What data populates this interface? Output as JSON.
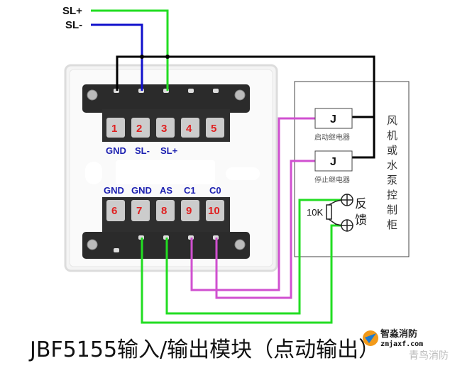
{
  "title": "JBF5155输入/输出模块（点动输出）",
  "bus_labels": {
    "sl_plus": "SL+",
    "sl_minus": "SL-"
  },
  "top_terminals": [
    {
      "num": "1",
      "label": "GND"
    },
    {
      "num": "2",
      "label": "SL-"
    },
    {
      "num": "3",
      "label": "SL+"
    },
    {
      "num": "4",
      "label": ""
    },
    {
      "num": "5",
      "label": ""
    }
  ],
  "bottom_terminals": [
    {
      "num": "6",
      "label": "GND"
    },
    {
      "num": "7",
      "label": "GND"
    },
    {
      "num": "8",
      "label": "AS"
    },
    {
      "num": "9",
      "label": "C1"
    },
    {
      "num": "10",
      "label": "C0"
    }
  ],
  "cabinet": {
    "name": "风机或水泵控制柜",
    "name_chars": [
      "风",
      "机",
      "或",
      "水",
      "泵",
      "控",
      "制",
      "柜"
    ],
    "start_relay": {
      "symbol": "J",
      "caption": "启动继电器"
    },
    "stop_relay": {
      "symbol": "J",
      "caption": "停止继电器"
    },
    "resistor": "10K",
    "feedback": [
      "反",
      "馈"
    ]
  },
  "watermark": {
    "brand": "智淼消防",
    "url": "zmjaxf.com",
    "sub": "青鸟消防"
  },
  "colors": {
    "sl_plus_wire": "#22dd22",
    "sl_minus_wire": "#1010cc",
    "gnd_wire": "#000000",
    "relay_wire": "#d050d0",
    "feedback_wire": "#22dd22",
    "terminal_label": "#1b1fb0",
    "terminal_number": "#e02020"
  }
}
